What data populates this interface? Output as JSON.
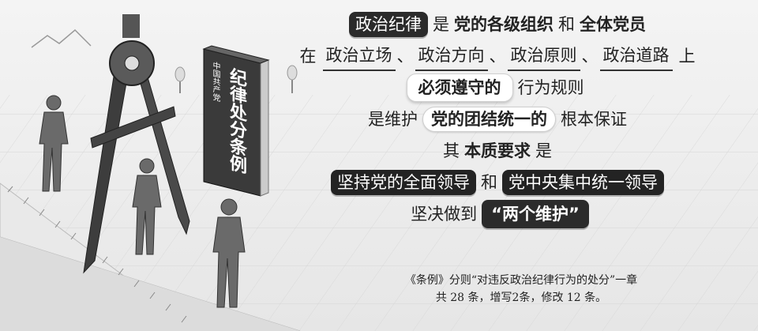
{
  "book": {
    "title_small": "中国共产党",
    "title_large": [
      "纪",
      "律",
      "处",
      "分",
      "条",
      "例"
    ]
  },
  "lines": {
    "l1": {
      "a": "政治纪律",
      "b": "是",
      "c": "党的各级组织",
      "d": "和",
      "e": "全体党员"
    },
    "l2": {
      "a": "在",
      "b": "政治立场",
      "c": "、",
      "d": "政治方向",
      "e": "、",
      "f": "政治原则",
      "g": "、",
      "h": "政治道路",
      "i": "上"
    },
    "l3": {
      "a": "必须遵守的",
      "b": "行为规则"
    },
    "l4": {
      "a": "是维护",
      "b": "党的团结统一的",
      "c": "根本保证"
    },
    "l5": {
      "a": "其",
      "b": "本质要求",
      "c": "是"
    },
    "l6": {
      "a": "坚持党的全面领导",
      "b": "和",
      "c": "党中央集中统一领导"
    },
    "l7": {
      "a": "坚决做到",
      "b": "“两个维护”"
    }
  },
  "footnote": {
    "line1": "《条例》分则“对违反政治纪律行为的处分”一章",
    "line2": "共 28 条，增写2条，修改 12 条。"
  }
}
